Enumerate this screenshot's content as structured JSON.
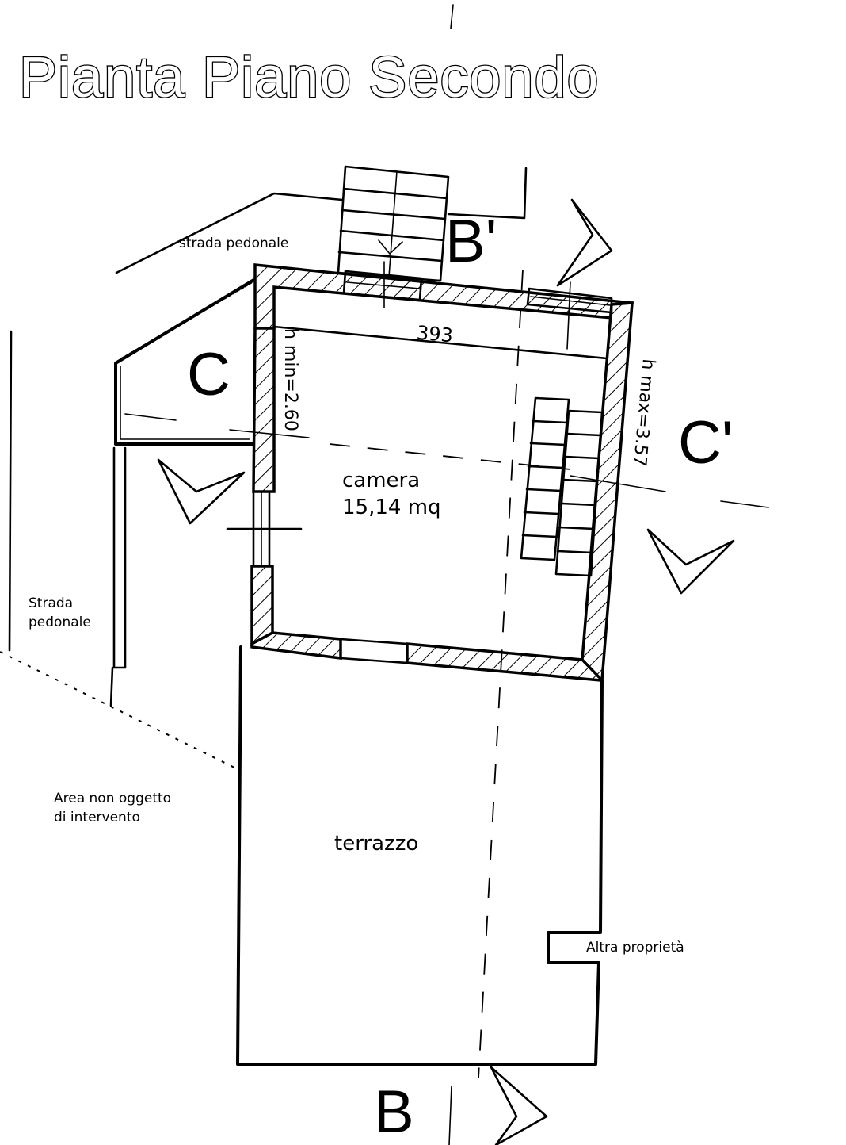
{
  "title": "Pianta Piano Secondo",
  "section_markers": {
    "b_prime": "B'",
    "b": "B",
    "c": "C",
    "c_prime": "C'"
  },
  "rooms": {
    "camera": {
      "name": "camera",
      "area": "15,14 mq"
    },
    "terrazzo": {
      "name": "terrazzo"
    }
  },
  "dimensions": {
    "width": "393",
    "h_min": "h min=2.60",
    "h_max": "h max=3.57"
  },
  "labels": {
    "strada_top": "strada pedonale",
    "strada_left_1": "Strada",
    "strada_left_2": "pedonale",
    "area_non_1": "Area non oggetto",
    "area_non_2": "di intervento",
    "altra_proprieta": "Altra proprietà"
  },
  "colors": {
    "line": "#000000",
    "background": "#ffffff"
  }
}
